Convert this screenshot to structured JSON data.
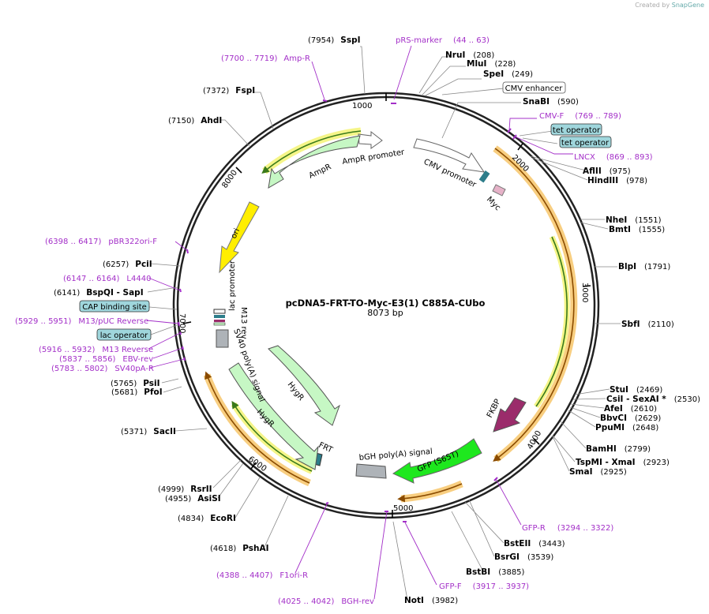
{
  "credit": {
    "prefix": "Created by",
    "brand": "SnapGene"
  },
  "plasmid": {
    "name": "pcDNA5-FRT-TO-Myc-E3(1) C885A-CUbo",
    "length_label": "8073 bp",
    "length": 8073
  },
  "ticks": [
    {
      "label": "1000",
      "pos": 1000
    },
    {
      "label": "2000",
      "pos": 2000
    },
    {
      "label": "3000",
      "pos": 3000
    },
    {
      "label": "4000",
      "pos": 4000
    },
    {
      "label": "5000",
      "pos": 5000
    },
    {
      "label": "6000",
      "pos": 6000
    },
    {
      "label": "7000",
      "pos": 7000
    },
    {
      "label": "8000",
      "pos": 8000
    }
  ],
  "enzymes": [
    {
      "name": "SspI",
      "pos_text": "(7954)",
      "pos": 7954,
      "side": "L"
    },
    {
      "name": "NruI",
      "pos_text": "(208)",
      "pos": 208,
      "side": "R"
    },
    {
      "name": "MluI",
      "pos_text": "(228)",
      "pos": 228,
      "side": "R"
    },
    {
      "name": "SpeI",
      "pos_text": "(249)",
      "pos": 249,
      "side": "R"
    },
    {
      "name": "SnaBI",
      "pos_text": "(590)",
      "pos": 590,
      "side": "R"
    },
    {
      "name": "FspI",
      "pos_text": "(7372)",
      "pos": 7372,
      "side": "L"
    },
    {
      "name": "AhdI",
      "pos_text": "(7150)",
      "pos": 7150,
      "side": "L"
    },
    {
      "name": "AflII",
      "pos_text": "(975)",
      "pos": 975,
      "side": "R"
    },
    {
      "name": "HindIII",
      "pos_text": "(978)",
      "pos": 978,
      "side": "R"
    },
    {
      "name": "NheI",
      "pos_text": "(1551)",
      "pos": 1551,
      "side": "R"
    },
    {
      "name": "BmtI",
      "pos_text": "(1555)",
      "pos": 1555,
      "side": "R"
    },
    {
      "name": "BlpI",
      "pos_text": "(1791)",
      "pos": 1791,
      "side": "R"
    },
    {
      "name": "PciI",
      "pos_text": "(6257)",
      "pos": 6257,
      "side": "L"
    },
    {
      "name": "BspQI - SapI",
      "pos_text": "(6141)",
      "pos": 6141,
      "side": "L"
    },
    {
      "name": "SbfI",
      "pos_text": "(2110)",
      "pos": 2110,
      "side": "R"
    },
    {
      "name": "StuI",
      "pos_text": "(2469)",
      "pos": 2469,
      "side": "R"
    },
    {
      "name": "CsiI - SexAI *",
      "pos_text": "(2530)",
      "pos": 2530,
      "side": "R"
    },
    {
      "name": "AfeI",
      "pos_text": "(2610)",
      "pos": 2610,
      "side": "R"
    },
    {
      "name": "BbvCI",
      "pos_text": "(2629)",
      "pos": 2629,
      "side": "R"
    },
    {
      "name": "PpuMI",
      "pos_text": "(2648)",
      "pos": 2648,
      "side": "R"
    },
    {
      "name": "PsiI",
      "pos_text": "(5765)",
      "pos": 5765,
      "side": "L"
    },
    {
      "name": "PfoI",
      "pos_text": "(5681)",
      "pos": 5681,
      "side": "L"
    },
    {
      "name": "SacII",
      "pos_text": "(5371)",
      "pos": 5371,
      "side": "L"
    },
    {
      "name": "BamHI",
      "pos_text": "(2799)",
      "pos": 2799,
      "side": "R"
    },
    {
      "name": "TspMI - XmaI",
      "pos_text": "(2923)",
      "pos": 2923,
      "side": "R"
    },
    {
      "name": "SmaI",
      "pos_text": "(2925)",
      "pos": 2925,
      "side": "R"
    },
    {
      "name": "RsrII",
      "pos_text": "(4999)",
      "pos": 4999,
      "side": "L"
    },
    {
      "name": "AsiSI",
      "pos_text": "(4955)",
      "pos": 4955,
      "side": "L"
    },
    {
      "name": "EcoRI",
      "pos_text": "(4834)",
      "pos": 4834,
      "side": "L"
    },
    {
      "name": "PshAI",
      "pos_text": "(4618)",
      "pos": 4618,
      "side": "L"
    },
    {
      "name": "BstEII",
      "pos_text": "(3443)",
      "pos": 3443,
      "side": "R"
    },
    {
      "name": "BsrGI",
      "pos_text": "(3539)",
      "pos": 3539,
      "side": "R"
    },
    {
      "name": "BstBI",
      "pos_text": "(3885)",
      "pos": 3885,
      "side": "R"
    },
    {
      "name": "NotI",
      "pos_text": "(3982)",
      "pos": 3982,
      "side": "R"
    }
  ],
  "primers": [
    {
      "name": "pRS-marker",
      "range": "(44 .. 63)"
    },
    {
      "name": "Amp-R",
      "range": "(7700 .. 7719)"
    },
    {
      "name": "CMV-F",
      "range": "(769 .. 789)"
    },
    {
      "name": "LNCX",
      "range": "(869 .. 893)"
    },
    {
      "name": "pBR322ori-F",
      "range": "(6398 .. 6417)"
    },
    {
      "name": "L4440",
      "range": "(6147 .. 6164)"
    },
    {
      "name": "M13/pUC Reverse",
      "range": "(5929 .. 5951)"
    },
    {
      "name": "M13 Reverse",
      "range": "(5916 .. 5932)"
    },
    {
      "name": "EBV-rev",
      "range": "(5837 .. 5856)"
    },
    {
      "name": "SV40pA-R",
      "range": "(5783 .. 5802)"
    },
    {
      "name": "GFP-R",
      "range": "(3294 .. 3322)"
    },
    {
      "name": "GFP-F",
      "range": "(3917 .. 3937)"
    },
    {
      "name": "F1ori-R",
      "range": "(4388 .. 4407)"
    },
    {
      "name": "BGH-rev",
      "range": "(4025 .. 4042)"
    }
  ],
  "boxed_labels": [
    {
      "name": "CMV enhancer"
    },
    {
      "name": "tet operator"
    },
    {
      "name": "tet operator"
    },
    {
      "name": "CAP binding site"
    },
    {
      "name": "lac operator"
    }
  ],
  "features": [
    {
      "name": "AmpR promoter"
    },
    {
      "name": "AmpR"
    },
    {
      "name": "ori"
    },
    {
      "name": "CMV promoter"
    },
    {
      "name": "Myc"
    },
    {
      "name": "lac promoter"
    },
    {
      "name": "M13 rev"
    },
    {
      "name": "SV40 poly(A) signal"
    },
    {
      "name": "HygR"
    },
    {
      "name": "HygR"
    },
    {
      "name": "FRT"
    },
    {
      "name": "bGH poly(A) signal"
    },
    {
      "name": "GFP (S65T)"
    },
    {
      "name": "FKBP"
    }
  ],
  "colors": {
    "primer": "#a32fc8",
    "ampr": "#c6f7c4",
    "ori": "#ffee00",
    "gfp": "#1ee81e",
    "fkbp": "#9b2c6b",
    "orf": "#f5b640",
    "teal": "#9fd6dc"
  }
}
